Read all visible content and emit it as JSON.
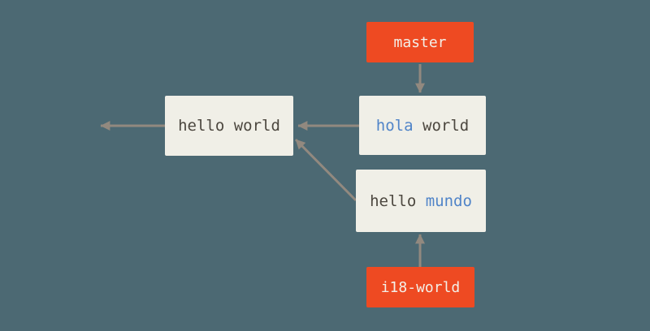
{
  "diagram_title": "git-commit-history-diagram",
  "colors": {
    "background": "#4c6973",
    "box_fill": "#f0efe7",
    "branch_fill": "#ee4a22",
    "branch_text": "#f3efe7",
    "arrow": "#92897f",
    "text_dark": "#4c473f",
    "text_blue": "#5084c8"
  },
  "nodes": {
    "hello_world": {
      "text": "hello world"
    },
    "hola_world": {
      "part1": "hola",
      "part2": " world"
    },
    "hello_mundo": {
      "part1": "hello ",
      "part2": "mundo"
    },
    "master": {
      "label": "master"
    },
    "i18_world": {
      "label": "i18-world"
    }
  },
  "edges": [
    {
      "from": "master-branch-label",
      "to": "hola-world-commit",
      "direction": "down"
    },
    {
      "from": "hola-world-commit",
      "to": "hello-world-commit",
      "direction": "left"
    },
    {
      "from": "hello-world-commit",
      "to": "offscreen-earlier-history",
      "direction": "left"
    },
    {
      "from": "hello-mundo-commit",
      "to": "hello-world-commit",
      "direction": "up-left-diagonal"
    },
    {
      "from": "i18-world-branch-label",
      "to": "hello-mundo-commit",
      "direction": "up"
    }
  ]
}
